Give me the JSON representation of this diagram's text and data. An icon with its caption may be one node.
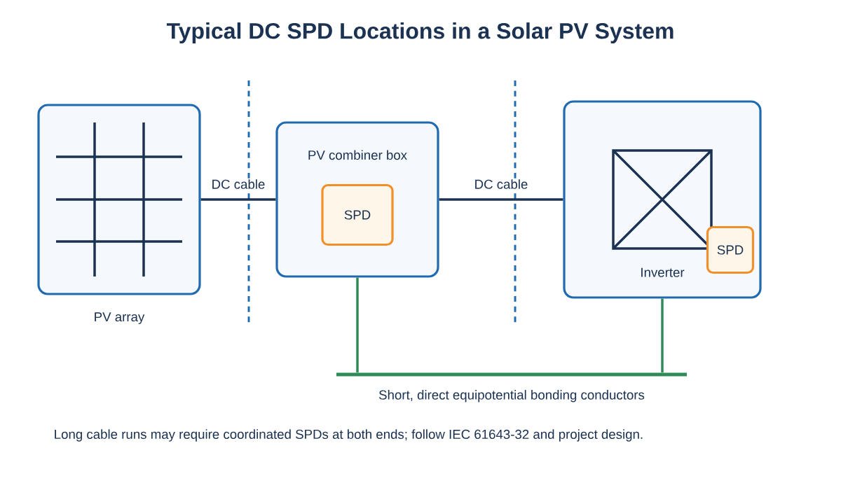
{
  "diagram": {
    "title": "Typical DC SPD Locations in a Solar PV System",
    "nodes": [
      {
        "text": [
          "PV array"
        ]
      },
      {
        "text": [
          "PV combiner box"
        ]
      },
      {
        "text": [
          "SPD"
        ],
        "in": 1
      },
      {
        "text": [
          "Inverter"
        ]
      },
      {
        "text": [
          "SPD"
        ],
        "in": 3
      },
      {
        "text": [],
        "shape": "bar",
        "beside": [
          "Short, direct equipotential bonding conductors"
        ]
      }
    ],
    "edges": [
      {
        "from": 0,
        "to": 1,
        "arrow": "none",
        "label": "DC cable"
      },
      {
        "from": 1,
        "to": 3,
        "arrow": "none",
        "label": "DC cable"
      },
      {
        "from": 1,
        "to": 5,
        "arrow": "none",
        "color": "#2e8b57"
      },
      {
        "from": 3,
        "to": 5,
        "arrow": "none",
        "color": "#2e8b57"
      }
    ],
    "labels": [
      "Long cable runs may require coordinated SPDs at both ends; follow IEC 61643-32 and project design."
    ]
  }
}
